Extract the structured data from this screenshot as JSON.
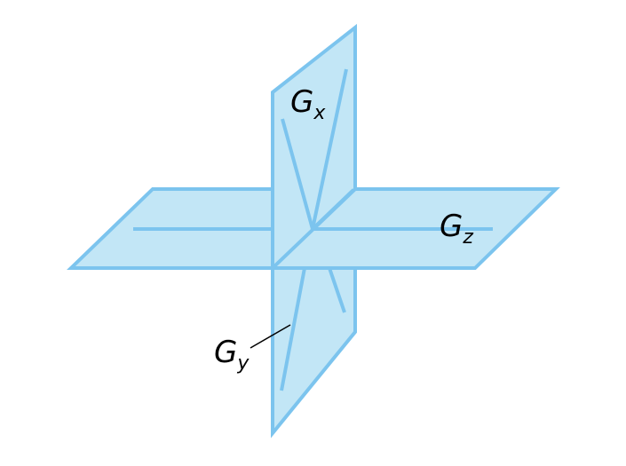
{
  "labels": {
    "gx": {
      "main": "G",
      "sub": "x"
    },
    "gz": {
      "main": "G",
      "sub": "z"
    },
    "gy": {
      "main": "G",
      "sub": "y"
    }
  },
  "colors": {
    "plane_fill": "#c2e6f6",
    "plane_stroke": "#7cc4ee",
    "text": "#000000"
  }
}
